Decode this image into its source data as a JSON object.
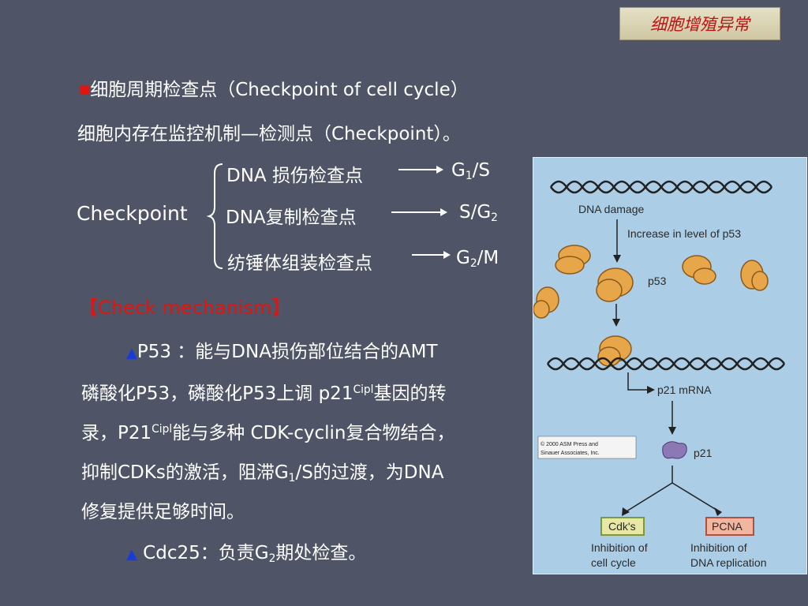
{
  "badge": "细胞增殖异常",
  "heading": {
    "bullet": "■",
    "text": "细胞周期检查点（Checkpoint of cell cycle）"
  },
  "intro": "细胞内存在监控机制—检测点（Checkpoint）。",
  "checkpoint_label": "Checkpoint",
  "checkpoint_rows": [
    {
      "name": "DNA 损伤检查点",
      "phase_main": "G",
      "phase_sub": "1",
      "phase_tail": "/S"
    },
    {
      "name": "DNA复制检查点",
      "phase_main": "S/G",
      "phase_sub": "2",
      "phase_tail": ""
    },
    {
      "name": "纺锤体组装检查点",
      "phase_main": "G",
      "phase_sub": "2",
      "phase_tail": "/M"
    }
  ],
  "mechanism_title": "【Check mechanism】",
  "p53_para": {
    "bullet": "▲",
    "line1": "P53 ：能与DNA损伤部位结合的AMT",
    "line2_a": "磷酸化P53，磷酸化P53上调 p21",
    "line2_sup": "Cipl",
    "line2_b": "基因的转",
    "line3_a": "录，P21",
    "line3_sup": "Cipl",
    "line3_b": "能与多种 CDK-cyclin复合物结合，",
    "line4_a": "抑制CDKs的激活，阻滞G",
    "line4_sub": "1",
    "line4_b": "/S的过渡，为DNA",
    "line5": "修复提供足够时间。"
  },
  "cdc25": {
    "bullet": "▲",
    "text_a": " Cdc25：负责G",
    "text_sub": "2",
    "text_b": "期处检查。"
  },
  "figure": {
    "dna_damage": "DNA damage",
    "increase": "Increase in level of p53",
    "p53": "p53",
    "p21_mrna": "p21 mRNA",
    "p21": "p21",
    "copyright_1": "© 2000 ASM Press and",
    "copyright_2": "Sinauer Associates, Inc.",
    "cdks": "Cdk's",
    "pcna": "PCNA",
    "inhib_cycle_1": "Inhibition of",
    "inhib_cycle_2": "cell cycle",
    "inhib_dna_1": "Inhibition of",
    "inhib_dna_2": "DNA replication"
  }
}
